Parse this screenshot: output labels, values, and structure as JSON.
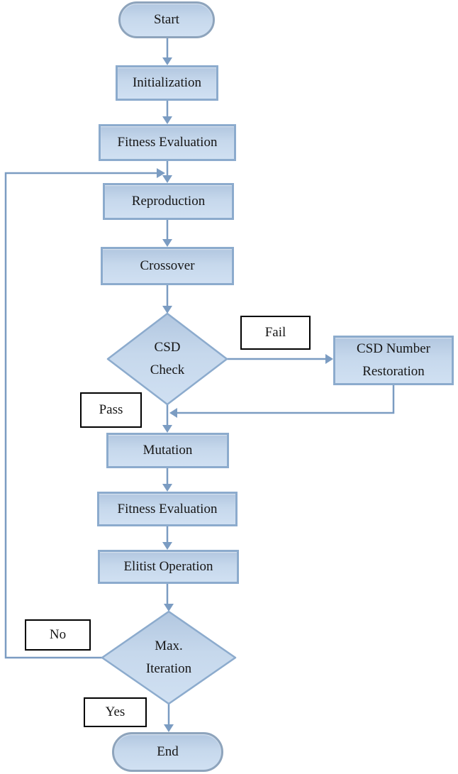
{
  "flowchart": {
    "nodes": {
      "start": {
        "type": "terminator",
        "label": "Start"
      },
      "initialization": {
        "type": "process",
        "label": "Initialization"
      },
      "fitness_evaluation_1": {
        "type": "process",
        "label": "Fitness Evaluation"
      },
      "reproduction": {
        "type": "process",
        "label": "Reproduction"
      },
      "crossover": {
        "type": "process",
        "label": "Crossover"
      },
      "csd_check": {
        "type": "decision",
        "line1": "CSD",
        "line2": "Check"
      },
      "csd_number_restoration": {
        "type": "process",
        "line1": "CSD Number",
        "line2": "Restoration"
      },
      "mutation": {
        "type": "process",
        "label": "Mutation"
      },
      "fitness_evaluation_2": {
        "type": "process",
        "label": "Fitness Evaluation"
      },
      "elitist_operation": {
        "type": "process",
        "label": "Elitist Operation"
      },
      "max_iteration": {
        "type": "decision",
        "line1": "Max.",
        "line2": "Iteration"
      },
      "end": {
        "type": "terminator",
        "label": "End"
      }
    },
    "edge_labels": {
      "fail": "Fail",
      "pass": "Pass",
      "no": "No",
      "yes": "Yes"
    },
    "colors": {
      "node_fill_top": "#b2c7e0",
      "node_fill_bottom": "#d0e0f2",
      "node_border": "#8cabcd",
      "terminator_border": "#8ea4bc",
      "connector": "#7b9cc2",
      "edge_label_border": "#000000",
      "edge_label_fill": "#ffffff",
      "text": "#161616"
    }
  }
}
